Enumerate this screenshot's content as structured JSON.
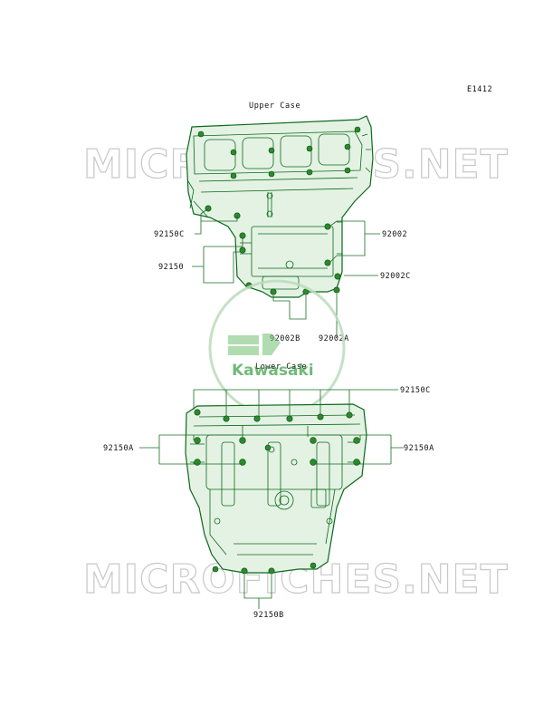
{
  "diagram_code": "E1412",
  "sections": {
    "upper": {
      "title": "Upper Case"
    },
    "lower": {
      "title": "Lower Case"
    }
  },
  "labels": {
    "upper_92150C": "92150C",
    "upper_92150": "92150",
    "upper_92002": "92002",
    "upper_92002C": "92002C",
    "upper_92002B": "92002B",
    "upper_92002A": "92002A",
    "lower_92150C": "92150C",
    "lower_92150A_left": "92150A",
    "lower_92150A_right": "92150A",
    "lower_92150B": "92150B"
  },
  "watermark": {
    "text": "MICROFICHES.NET",
    "logo_text": "Kawasaki",
    "color": "#c8c8c8",
    "logo_color": "#2f9a3a"
  },
  "colors": {
    "part_fill": "#e4f2e4",
    "part_stroke": "#0b6a1a",
    "bolt": "#2c8a2c"
  }
}
